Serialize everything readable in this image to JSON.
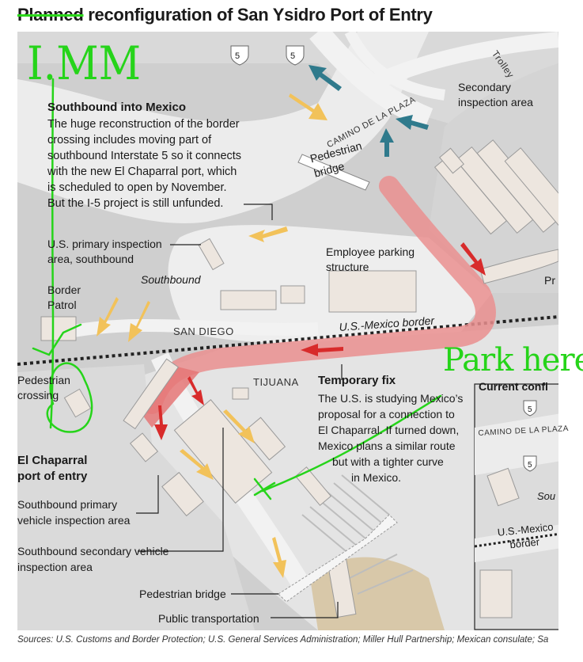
{
  "title": {
    "struck_word": "Planned",
    "rest": " reconfiguration of San Ysidro Port of Entry"
  },
  "labels": {
    "southbound_heading": "Southbound into Mexico",
    "southbound_body": [
      "The huge reconstruction of the border",
      "crossing includes moving part of",
      "southbound Interstate 5 so it connects",
      "with the new El Chaparral port, which",
      "is scheduled to open by November.",
      "But the I-5 project is still unfunded."
    ],
    "secondary_inspection": [
      "Secondary",
      "inspection area"
    ],
    "pedestrian_bridge_top": [
      "Pedestrian",
      "bridge"
    ],
    "camino_plaza": "CAMINO DE LA PLAZA",
    "trolley": "Trolley",
    "interstate_shield_1": "5",
    "interstate_shield_2": "5",
    "us_primary": [
      "U.S. primary inspection",
      "area, southbound"
    ],
    "southbound_road": "Southbound",
    "employee_parking": [
      "Employee parking",
      "structure"
    ],
    "border_patrol": [
      "Border",
      "Patrol"
    ],
    "san_diego": "SAN DIEGO",
    "us_mexico_border": "U.S.-Mexico border",
    "pedestrian_crossing": [
      "Pedestrian",
      "crossing"
    ],
    "tijuana": "TIJUANA",
    "temporary_fix_heading": "Temporary fix",
    "temporary_fix_body": [
      "The U.S. is studying Mexico’s",
      "proposal for a connection to",
      "El Chaparral. If turned down,",
      "Mexico plans a similar route",
      "but with a tighter curve",
      "in Mexico."
    ],
    "el_chaparral": [
      "El Chaparral",
      "port of entry"
    ],
    "sb_primary_vehicle": [
      "Southbound primary",
      "vehicle inspection area"
    ],
    "sb_secondary_vehicle": [
      "Southbound secondary vehicle",
      "inspection area"
    ],
    "pedestrian_bridge_bottom": "Pedestrian bridge",
    "public_transportation": "Public transportation",
    "pr_cut": "Pr",
    "current_config_heading": "Current confi",
    "inset_camino": "CAMINO DE LA PLAZA",
    "inset_shield_1": "5",
    "inset_shield_2": "5",
    "inset_sou": "Sou",
    "inset_border": [
      "U.S.-Mexico",
      "border"
    ]
  },
  "annotations": {
    "imm": "I.MM",
    "park_here": "Park here"
  },
  "source": "Sources: U.S. Customs and Border Protection; U.S. General Services Administration; Miller Hull Partnership; Mexican consulate; Sa",
  "colors": {
    "road_light": "#e9e9e9",
    "terrain": "#c9c9c9",
    "building": "#ede6df",
    "arrow_yellow": "#f2c25a",
    "arrow_teal": "#2f7a8c",
    "route_red": "#ea8f8f",
    "arrow_red": "#d82b2b",
    "annotation_green": "#26d41a"
  }
}
